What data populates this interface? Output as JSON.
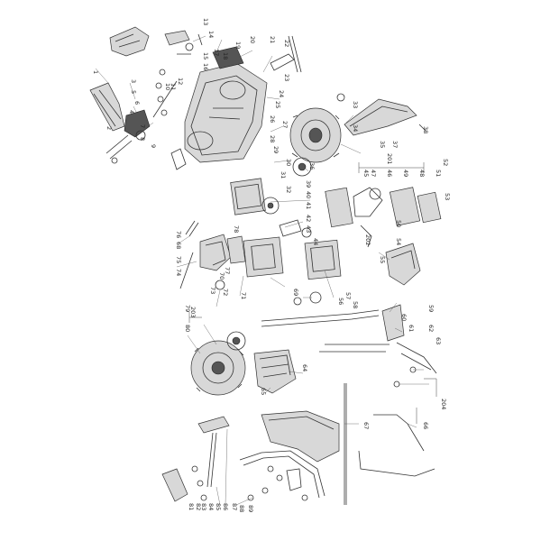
{
  "diagram": {
    "type": "exploded-parts-view",
    "labels": [
      "1",
      "2",
      "3",
      "4",
      "5",
      "6",
      "7",
      "8",
      "9",
      "10",
      "11",
      "12",
      "13",
      "14",
      "15",
      "16",
      "17",
      "18",
      "19",
      "20",
      "21",
      "22",
      "23",
      "24",
      "25",
      "26",
      "27",
      "28",
      "29",
      "30",
      "31",
      "32",
      "33",
      "34",
      "35",
      "36",
      "37",
      "38",
      "39",
      "40",
      "41",
      "42",
      "43",
      "44",
      "45",
      "46",
      "47",
      "48",
      "49",
      "50",
      "51",
      "52",
      "53",
      "54",
      "55",
      "56",
      "57",
      "58",
      "59",
      "60",
      "61",
      "62",
      "63",
      "64",
      "65",
      "66",
      "67",
      "68",
      "69",
      "70",
      "71",
      "72",
      "73",
      "74",
      "75",
      "76",
      "77",
      "78",
      "79",
      "80",
      "81",
      "82",
      "83",
      "84",
      "85",
      "86",
      "87",
      "88",
      "89",
      "201",
      "202",
      "203",
      "204"
    ]
  }
}
